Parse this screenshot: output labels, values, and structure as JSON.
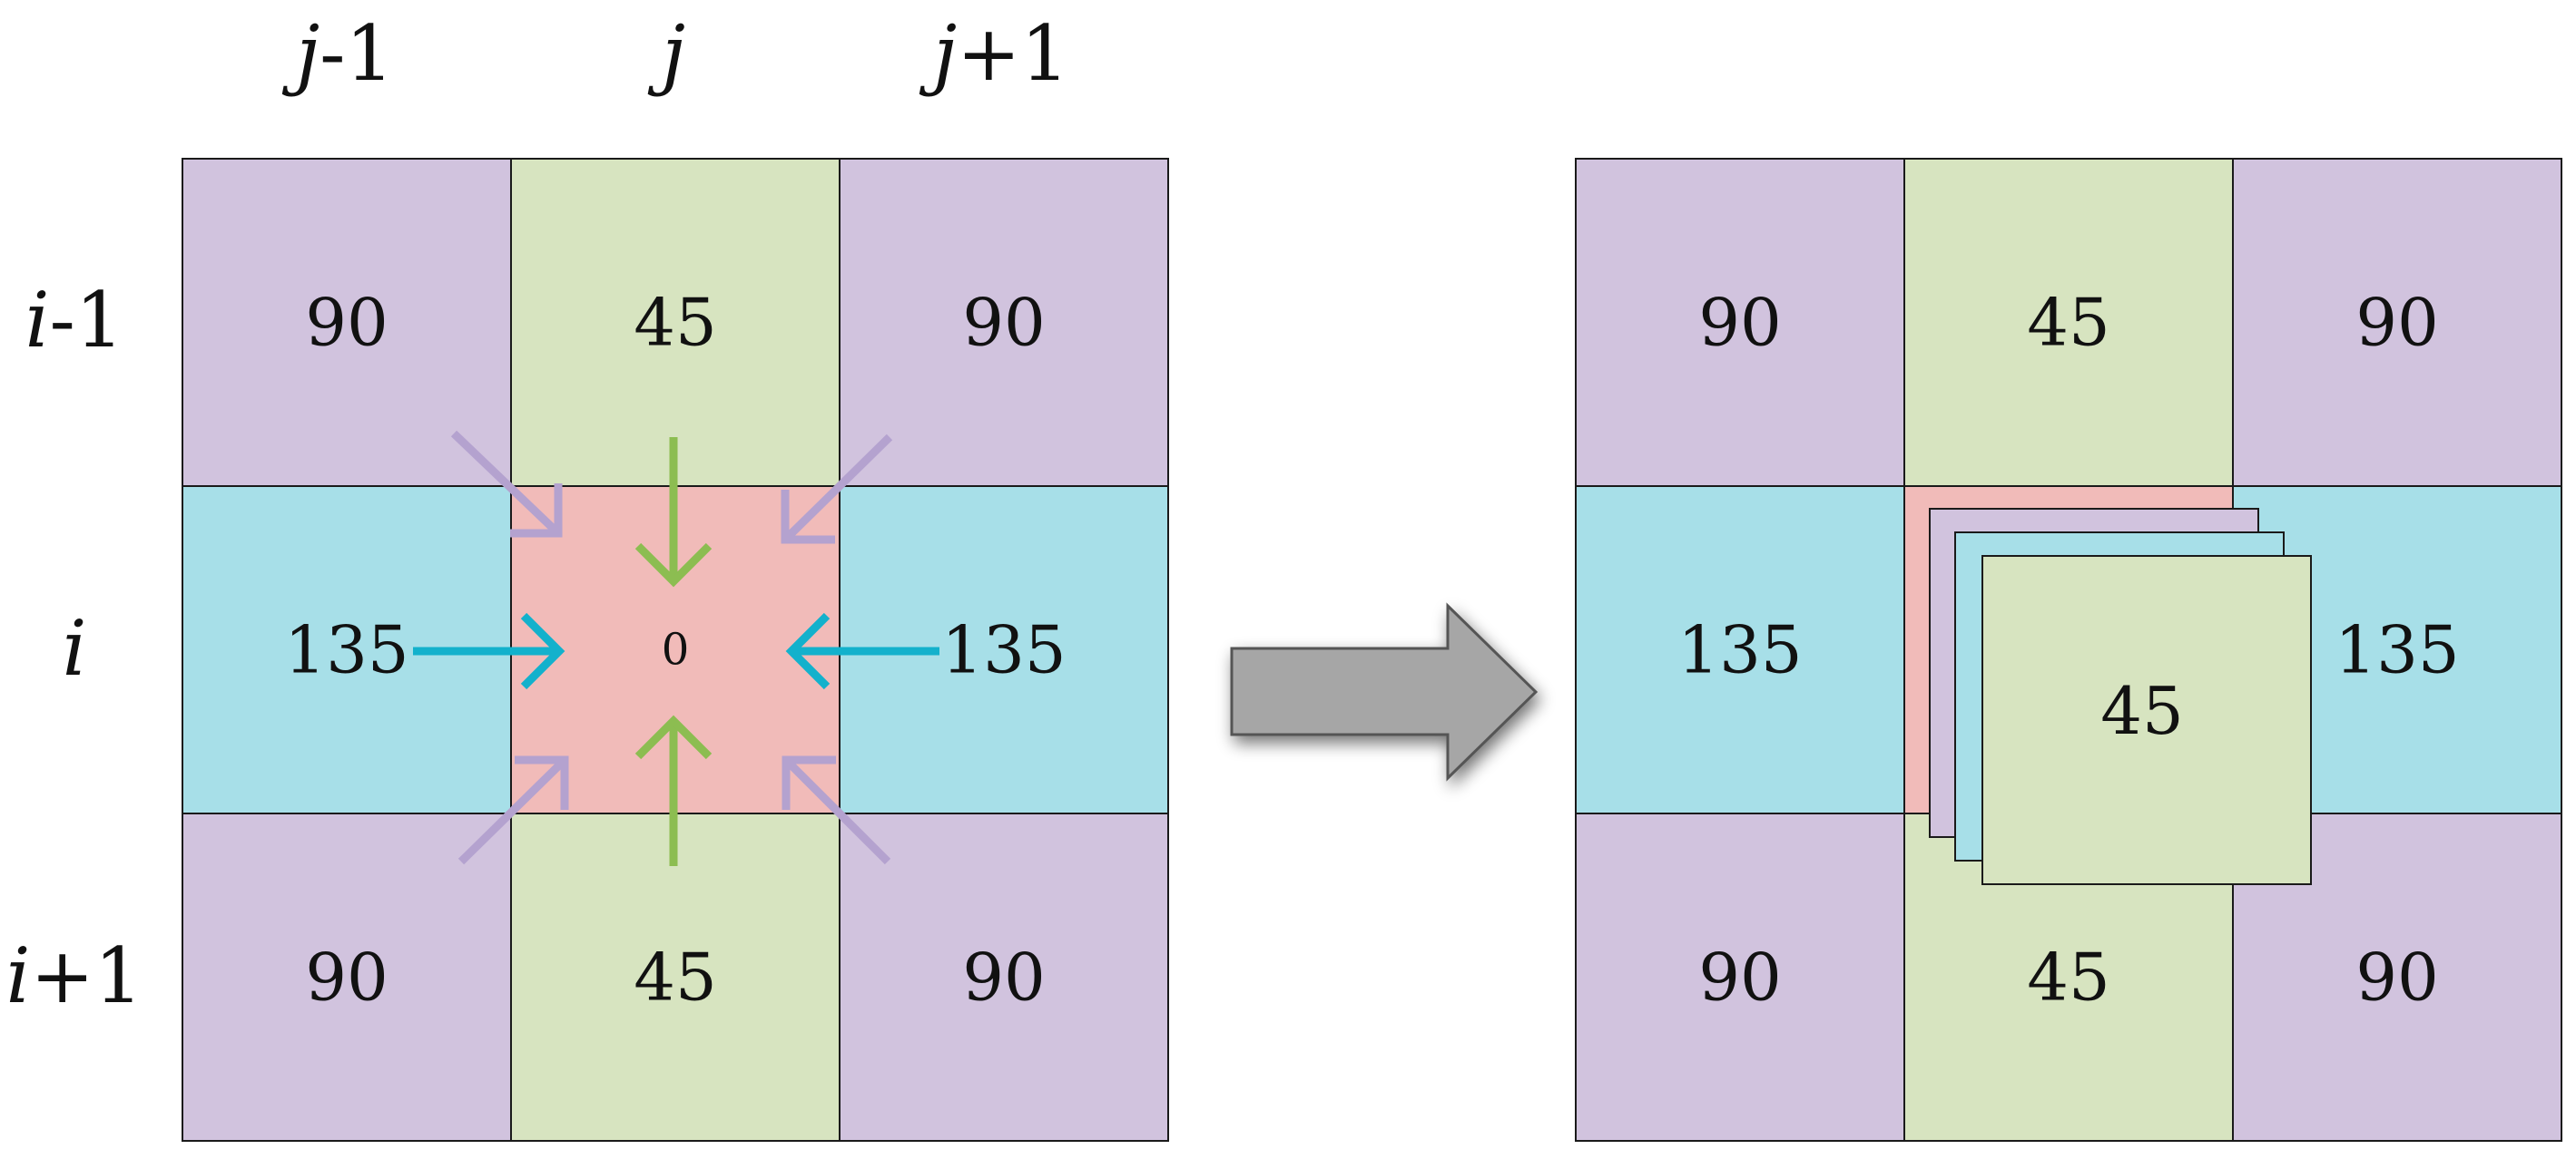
{
  "colors": {
    "purple": "#d1c3de",
    "green": "#d7e4c0",
    "blue": "#a7dfe8",
    "red": "#f1bbb9",
    "arrow_purple": "#b4a2cf",
    "arrow_green": "#8cbd51",
    "arrow_cyan": "#13b1cc",
    "transition_arrow": "#a6a6a6",
    "grid_line": "#1a1a1a"
  },
  "labels": {
    "col_prev": {
      "var": "j",
      "suffix": "-1"
    },
    "col_curr": {
      "var": "j",
      "suffix": ""
    },
    "col_next": {
      "var": "j",
      "suffix": "+1"
    },
    "row_prev": {
      "var": "i",
      "suffix": "-1"
    },
    "row_curr": {
      "var": "i",
      "suffix": ""
    },
    "row_next": {
      "var": "i",
      "suffix": "+1"
    }
  },
  "left_grid": {
    "cells": [
      {
        "value": "90",
        "color": "purple"
      },
      {
        "value": "45",
        "color": "green"
      },
      {
        "value": "90",
        "color": "purple"
      },
      {
        "value": "135",
        "color": "blue"
      },
      {
        "value": "0",
        "color": "red"
      },
      {
        "value": "135",
        "color": "blue"
      },
      {
        "value": "90",
        "color": "purple"
      },
      {
        "value": "45",
        "color": "green"
      },
      {
        "value": "90",
        "color": "purple"
      }
    ]
  },
  "right_grid": {
    "cells": [
      {
        "value": "90",
        "color": "purple"
      },
      {
        "value": "45",
        "color": "green"
      },
      {
        "value": "90",
        "color": "purple"
      },
      {
        "value": "135",
        "color": "blue"
      },
      {
        "value": "",
        "color": "red"
      },
      {
        "value": "135",
        "color": "blue"
      },
      {
        "value": "90",
        "color": "purple"
      },
      {
        "value": "45",
        "color": "green"
      },
      {
        "value": "90",
        "color": "purple"
      }
    ],
    "stacked_cards": [
      {
        "color": "purple",
        "value": ""
      },
      {
        "color": "blue",
        "value": ""
      },
      {
        "color": "green",
        "value": "45"
      }
    ]
  }
}
